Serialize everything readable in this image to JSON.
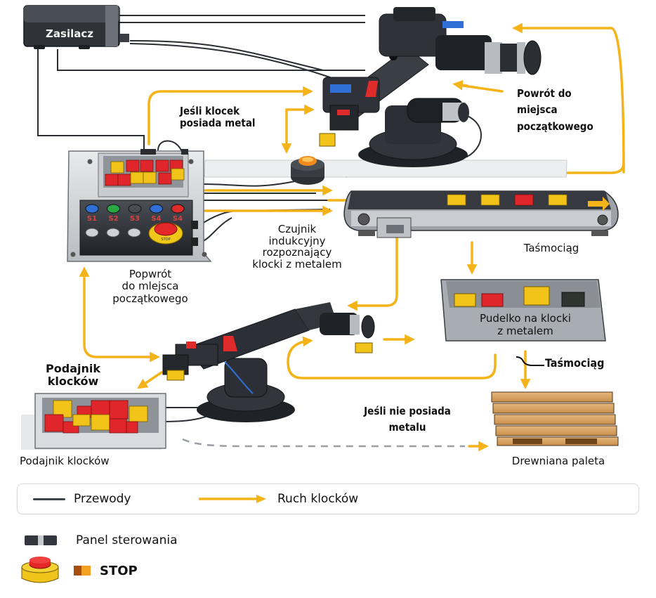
{
  "diagram": {
    "components": {
      "power_supply": {
        "label": "Zasilacz"
      },
      "control_panel": {
        "button_labels": [
          "S1",
          "S2",
          "S3",
          "S4",
          "S4"
        ],
        "button_colors": [
          "#2f6fd6",
          "#2aa845",
          "#4a4d52",
          "#2f6fd6",
          "#e02b2b"
        ],
        "stop_button_text": "STOP"
      },
      "sensor": {
        "label": "Czujnik\nindukcyjny\nrozpoznający\nklocki z metalem"
      },
      "conveyor": {
        "label": "Taśmociąg",
        "block_colors": [
          "#f2c318",
          "#f2c318",
          "#e0262a",
          "#f2c318"
        ]
      },
      "metal_box": {
        "label": "Pudelko na klocki\nz metalem"
      },
      "conveyor_2": {
        "label": "Taśmociąg"
      },
      "pallet": {
        "label": "Drewniana paleta"
      },
      "feeder": {
        "label_top": "Podajnik\nklocków",
        "label_bottom": "Podajnik klocków"
      }
    },
    "annotations": {
      "if_metal": "Jeśli klocek\nposiada metal",
      "return_top": "Powrót do\nmiejsca\npoczątkowego",
      "return_left": "Popwrót\ndo mlejsca\npoczątkowego",
      "if_no_metal": "Jeśli nie posiada\nmetalu"
    },
    "colors": {
      "flow_arrow": "#f5b31a",
      "wire": "#2b2e33",
      "block_yellow": "#f2c318",
      "block_red": "#e0262a",
      "robot_body": "#2c2f35"
    }
  },
  "legend": {
    "wires_label": "Przewody",
    "flow_label": "Ruch klocków",
    "panel_label": "Panel sterowania",
    "stop_label": "STOP"
  }
}
